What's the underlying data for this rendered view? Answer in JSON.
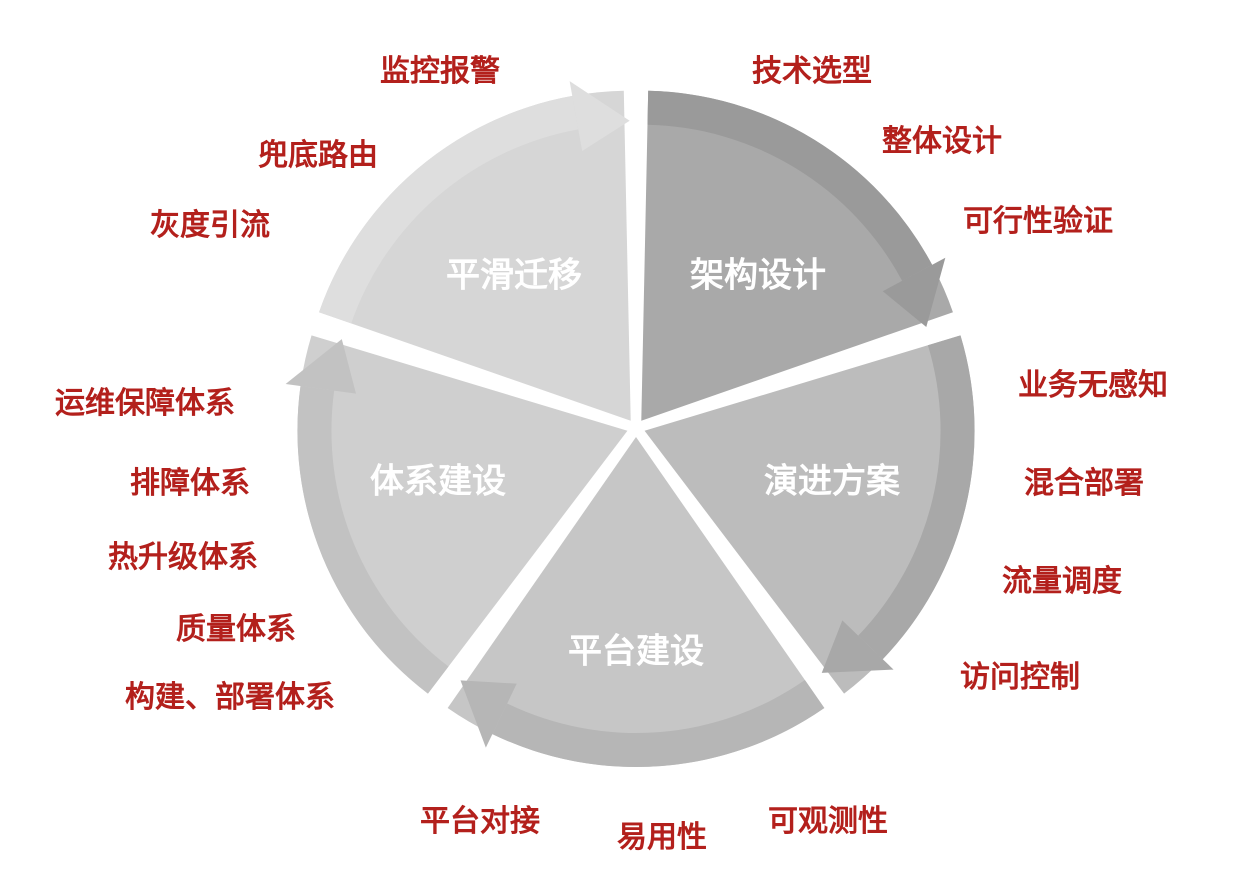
{
  "segments": [
    {
      "name": "架构设计",
      "color": "#a9a9a9",
      "band": "#9a9a9a",
      "items": [
        "技术选型",
        "整体设计",
        "可行性验证"
      ]
    },
    {
      "name": "演进方案",
      "color": "#bcbcbc",
      "band": "#a8a8a8",
      "items": [
        "业务无感知",
        "混合部署",
        "流量调度",
        "访问控制"
      ]
    },
    {
      "name": "平台建设",
      "color": "#c6c6c6",
      "band": "#b6b6b6",
      "items": [
        "平台对接",
        "易用性",
        "可观测性"
      ]
    },
    {
      "name": "体系建设",
      "color": "#cfcfcf",
      "band": "#c2c2c2",
      "items": [
        "运维保障体系",
        "排障体系",
        "热升级体系",
        "质量体系",
        "构建、部署体系"
      ]
    },
    {
      "name": "平滑迁移",
      "color": "#d6d6d6",
      "band": "#dedede",
      "items": [
        "监控报警",
        "兜底路由",
        "灰度引流"
      ]
    }
  ],
  "colors": {
    "label": "#b3201c",
    "segment_text": "#ffffff"
  }
}
